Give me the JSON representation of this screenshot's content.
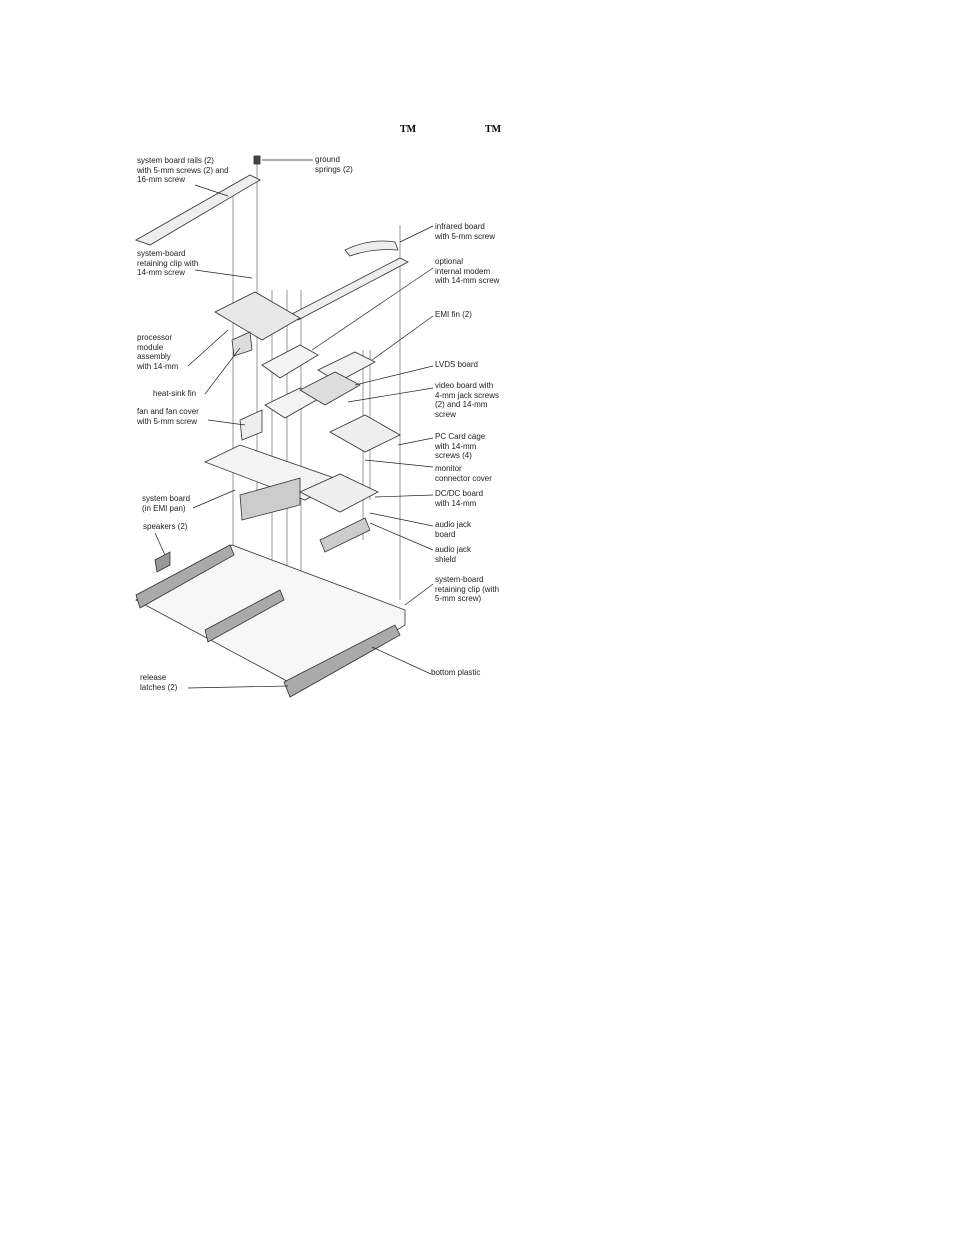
{
  "trademarks": [
    "TM",
    "TM"
  ],
  "figure": {
    "labels": {
      "system_board_rails": "system board rails (2)\nwith 5-mm screws (2) and\n16-mm screw",
      "ground_springs": "ground\nsprings (2)",
      "infrared_board": "infrared board\nwith 5-mm screw",
      "retaining_clip_14": "system-board\nretaining clip with\n14-mm screw",
      "internal_modem": "optional\ninternal modem\nwith 14-mm screw",
      "emi_fin": "EMI fin (2)",
      "processor_module": "processor\nmodule\nassembly\nwith 14-mm",
      "heat_sink_fin": "heat-sink fin",
      "lvds_board": "LVDS board",
      "video_board": "video board with\n4-mm jack screws\n(2) and 14-mm\nscrew",
      "fan": "fan and fan cover\nwith 5-mm screw",
      "pc_card_cage": "PC Card cage\nwith 14-mm\nscrews (4)",
      "monitor_connector_cover": "monitor\nconnector cover",
      "system_board": "system board\n(in EMI pan)",
      "dcdc_board": "DC/DC board\nwith 14-mm",
      "audio_jack_board": "audio jack\nboard",
      "speakers": "speakers (2)",
      "audio_jack_shield": "audio jack\nshield",
      "retaining_clip_5": "system-board\nretaining clip (with\n5-mm screw)",
      "bottom_plastic": "bottom plastic",
      "release_latches": "release\nlatches (2)"
    }
  }
}
